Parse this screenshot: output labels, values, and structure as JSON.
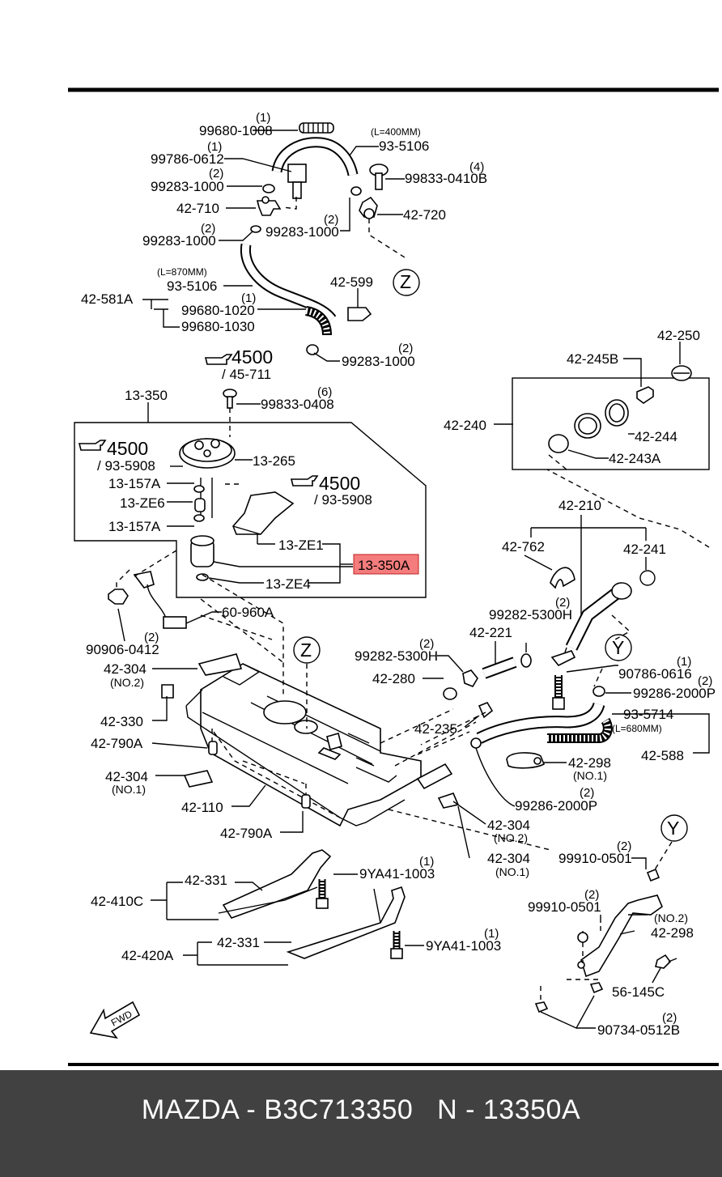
{
  "diagram": {
    "labels": {
      "p99680_1008": "99680-1008",
      "q99680_1008": "(1)",
      "l400": "(L=400MM)",
      "p93_5106a": "93-5106",
      "p99786": "99786-0612",
      "q99786": "(1)",
      "p99283a": "99283-1000",
      "q99283a": "(2)",
      "p99833_0410": "99833-0410B",
      "q99833_0410": "(4)",
      "p42_710": "42-710",
      "p42_720": "42-720",
      "p99283b": "99283-1000",
      "q99283b": "(2)",
      "p99283c": "99283-1000",
      "q99283c": "(2)",
      "z_top": "Z",
      "l870": "(L=870MM)",
      "p42_581A": "42-581A",
      "p93_5106b": "93-5106",
      "p42_599": "42-599",
      "p99680_1020": "99680-1020",
      "q99680_1020": "(1)",
      "p99680_1030": "99680-1030",
      "p99283d": "99283-1000",
      "q99283d": "(2)",
      "ref4500a": "4500",
      "ref45_711": "/ 45-711",
      "p42_250": "42-250",
      "p42_245B": "42-245B",
      "p13_350": "13-350",
      "p99833_0408": "99833-0408",
      "q99833_0408": "(6)",
      "p42_240": "42-240",
      "p42_244": "42-244",
      "p42_243A": "42-243A",
      "ref4500b": "4500",
      "ref93_5908b": "/ 93-5908",
      "p13_265": "13-265",
      "ref4500c": "4500",
      "ref93_5908c": "/ 93-5908",
      "p13_157A_a": "13-157A",
      "p13_ZE6": "13-ZE6",
      "p13_157A_b": "13-157A",
      "p13_ZE1": "13-ZE1",
      "p13_350A": "13-350A",
      "p13_ZE4": "13-ZE4",
      "p60_960A": "60-960A",
      "p90906": "90906-0412",
      "q90906": "(2)",
      "p42_210": "42-210",
      "p42_762": "42-762",
      "p42_241": "42-241",
      "p99282_h1": "99282-5300H",
      "q99282_h1": "(2)",
      "p42_221": "42-221",
      "p99282_h2": "99282-5300H",
      "q99282_h2": "(2)",
      "y_mid": "Y",
      "p90786": "90786-0616",
      "q90786": "(1)",
      "p99286_a": "99286-2000P",
      "q99286_a": "(2)",
      "p42_304_a": "42-304",
      "n42_304_a": "(NO.2)",
      "z_mid": "Z",
      "p42_280": "42-280",
      "p42_330": "42-330",
      "p42_235": "42-235",
      "p93_5714": "93-5714",
      "l680": "(L=680MM)",
      "p42_588": "42-588",
      "p42_790A_a": "42-790A",
      "p42_298_a": "42-298",
      "n42_298_a": "(NO.1)",
      "p42_304_b": "42-304",
      "n42_304_b": "(NO.1)",
      "p99286_b": "99286-2000P",
      "q99286_b": "(2)",
      "p42_110": "42-110",
      "p42_304_c": "42-304",
      "n42_304_c": "(NO.2)",
      "p42_790A_b": "42-790A",
      "p42_304_d": "42-304",
      "n42_304_d": "(NO.1)",
      "y_bot": "Y",
      "p99910_a": "99910-0501",
      "q99910_a": "(2)",
      "p42_331_a": "42-331",
      "p9YA41_a": "9YA41-1003",
      "q9YA41_a": "(1)",
      "p42_410C": "42-410C",
      "p99910_b": "99910-0501",
      "q99910_b": "(2)",
      "n42_298_b": "(NO.2)",
      "p42_298_b": "42-298",
      "p42_331_b": "42-331",
      "p9YA41_b": "9YA41-1003",
      "q9YA41_b": "(1)",
      "p42_420A": "42-420A",
      "p56_145C": "56-145C",
      "p90734": "90734-0512B",
      "q90734": "(2)",
      "fwd": "FWD"
    },
    "highlight_color": "#f47c7c"
  },
  "footer": {
    "text": "MAZDA - B3C713350   N - 13350A",
    "background": "#414141"
  }
}
